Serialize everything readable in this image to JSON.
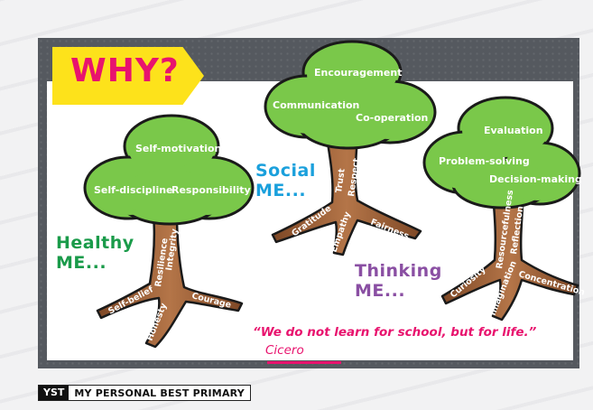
{
  "heading": "WHY?",
  "colors": {
    "badge": "#fde21b",
    "heading": "#e8136e",
    "healthy": "#1a9b4a",
    "social": "#1aa0dc",
    "thinking": "#8a4fa3",
    "foliage": "#7ac84a",
    "trunk": "#a0623a",
    "board": "#55595f"
  },
  "trees": {
    "healthy": {
      "label_line1": "Healthy",
      "label_line2": "ME...",
      "canopy": [
        "Self-motivation",
        "Self-discipline",
        "Responsibility"
      ],
      "roots": [
        "Integrity",
        "Resilience",
        "Self-belief",
        "Honesty",
        "Courage"
      ]
    },
    "social": {
      "label_line1": "Social",
      "label_line2": "ME...",
      "canopy": [
        "Encouragement",
        "Communication",
        "Co-operation"
      ],
      "roots": [
        "Trust",
        "Respect",
        "Gratitude",
        "Empathy",
        "Fairness"
      ]
    },
    "thinking": {
      "label_line1": "Thinking",
      "label_line2": "ME...",
      "canopy": [
        "Evaluation",
        "Problem-solving",
        "Decision-making"
      ],
      "roots": [
        "Resourcefulness",
        "Reflection",
        "Curiosity",
        "Imagination",
        "Concentration"
      ]
    }
  },
  "quote": {
    "text": "“We do not learn for school, but for life.”",
    "author": "Cicero"
  },
  "footer": {
    "badge": "YST",
    "title": "MY PERSONAL BEST PRIMARY"
  }
}
